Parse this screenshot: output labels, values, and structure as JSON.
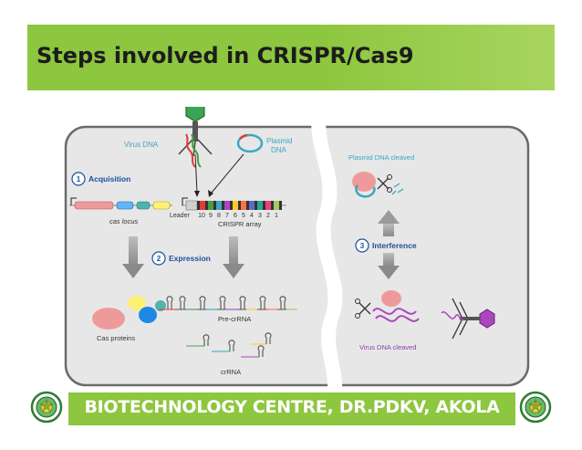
{
  "slide": {
    "title": "Steps involved in CRISPR/Cas9",
    "footer": "BIOTECHNOLOGY CENTRE, DR.PDKV, AKOLA"
  },
  "diagram": {
    "virus_dna": "Virus DNA",
    "plasmid_dna_line1": "Plasmid",
    "plasmid_dna_line2": "DNA",
    "step1_number": "1",
    "step1_label": "Acquisition",
    "cas_locus": "cas locus",
    "leader": "Leader",
    "array_numbers": [
      "10",
      "9",
      "8",
      "7",
      "6",
      "5",
      "4",
      "3",
      "2",
      "1"
    ],
    "crispr_array": "CRISPR array",
    "step2_number": "2",
    "step2_label": "Expression",
    "cas_proteins": "Cas proteins",
    "pre_crrna": "Pre-crRNA",
    "crrna": "crRNA",
    "plasmid_cleaved": "Plasmid DNA cleaved",
    "step3_number": "3",
    "step3_label": "Interference",
    "virus_cleaved": "Virus DNA cleaved"
  },
  "colors": {
    "green": "#8dc63f",
    "cell_fill": "#e7e7e7",
    "cell_border": "#6b6b6b",
    "step_blue": "#1b4f9c",
    "label_teal": "#3aa7c4",
    "label_purple": "#8b3fa0"
  }
}
